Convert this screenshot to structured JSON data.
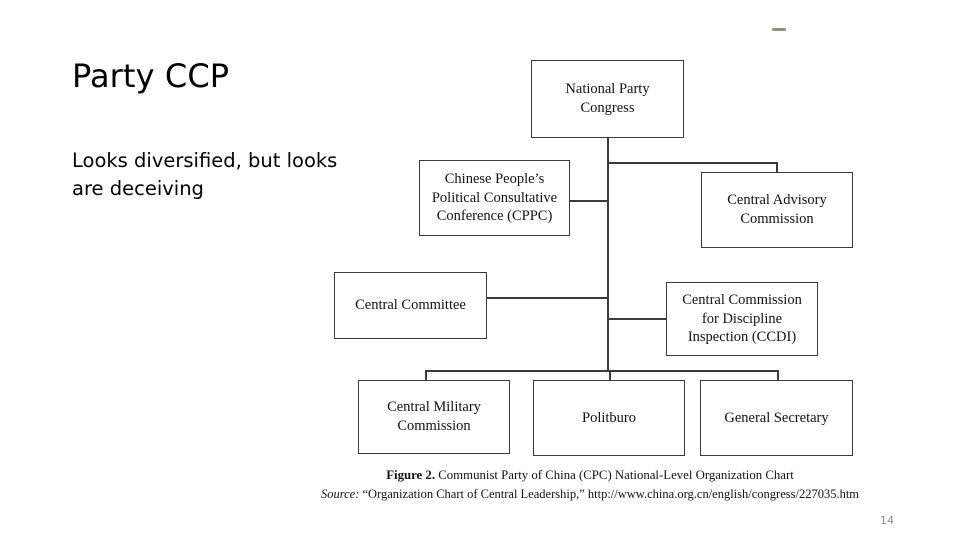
{
  "slide": {
    "title": "Party CCP",
    "body": "Looks diversified, but looks are deceiving",
    "page_number": "14",
    "background_color": "#ffffff",
    "text_color": "#000000",
    "page_number_color": "#8c8c8c"
  },
  "figure": {
    "line_color": "#3a3a3a",
    "box_fill": "#ffffff",
    "caption": {
      "figure_label": "Figure 2.",
      "figure_title": " Communist Party of China (CPC) National-Level Organization Chart",
      "source_label": "Source:",
      "source_text": " “Organization Chart of Central Leadership,” http://www.china.org.cn/english/congress/227035.htm"
    },
    "nodes": {
      "national_party_congress": "National Party Congress",
      "cppc": "Chinese People’s Political Consultative Conference (CPPC)",
      "central_advisory_commission": "Central Advisory Commission",
      "central_committee": "Central Committee",
      "ccdi": "Central Commission for Discipline Inspection (CCDI)",
      "central_military_commission": "Central Military Commission",
      "politburo": "Politburo",
      "general_secretary": "General Secretary"
    }
  },
  "chart_data": {
    "type": "diagram",
    "title": "Communist Party of China (CPC) National-Level Organization Chart",
    "nodes": [
      {
        "id": "npc",
        "label": "National Party Congress",
        "row": 1
      },
      {
        "id": "cppc",
        "label": "Chinese People’s Political Consultative Conference (CPPC)",
        "row": 2
      },
      {
        "id": "cac",
        "label": "Central Advisory Commission",
        "row": 2
      },
      {
        "id": "cc",
        "label": "Central Committee",
        "row": 3
      },
      {
        "id": "ccdi",
        "label": "Central Commission for Discipline Inspection (CCDI)",
        "row": 3
      },
      {
        "id": "cmc",
        "label": "Central Military Commission",
        "row": 4
      },
      {
        "id": "pb",
        "label": "Politburo",
        "row": 4
      },
      {
        "id": "gs",
        "label": "General Secretary",
        "row": 4
      }
    ],
    "edges": [
      {
        "from": "npc",
        "to": "cac"
      },
      {
        "from": "npc",
        "to": "cppc"
      },
      {
        "from": "npc",
        "to": "cc"
      },
      {
        "from": "npc",
        "to": "ccdi"
      },
      {
        "from": "npc",
        "to": "cmc"
      },
      {
        "from": "npc",
        "to": "pb"
      },
      {
        "from": "npc",
        "to": "gs"
      }
    ]
  }
}
